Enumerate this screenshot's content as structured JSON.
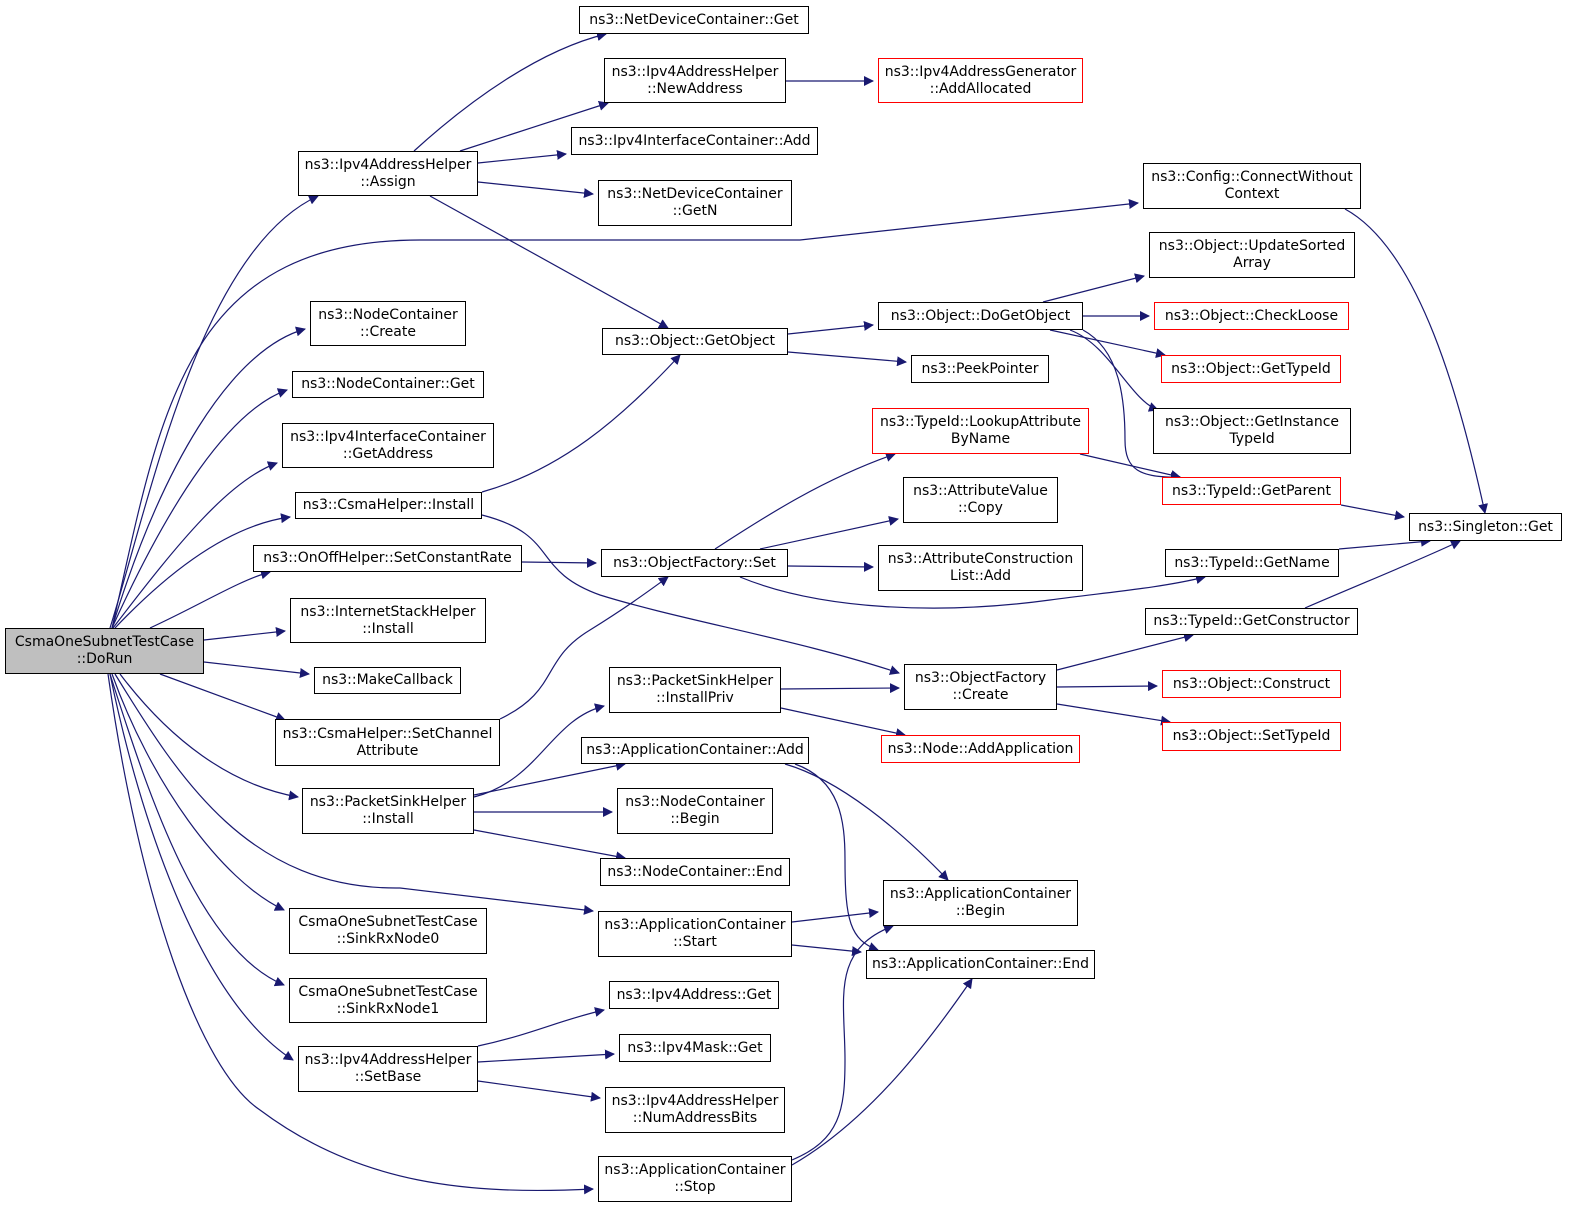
{
  "diagram": {
    "colors": {
      "edge": "#191970",
      "border": "#000000",
      "incomplete_border": "#ff0000",
      "root_fill": "#bfbfbf"
    },
    "nodes": [
      {
        "id": "root",
        "lines": [
          "CsmaOneSubnetTestCase",
          "::DoRun"
        ],
        "style": "root"
      },
      {
        "id": "ipv4ah_assign",
        "lines": [
          "ns3::Ipv4AddressHelper",
          "::Assign"
        ]
      },
      {
        "id": "ndc_get",
        "lines": [
          "ns3::NetDeviceContainer::Get"
        ]
      },
      {
        "id": "ipv4ah_newaddress",
        "lines": [
          "ns3::Ipv4AddressHelper",
          "::NewAddress"
        ]
      },
      {
        "id": "ipv4ag_addallocated",
        "lines": [
          "ns3::Ipv4AddressGenerator",
          "::AddAllocated"
        ],
        "style": "red"
      },
      {
        "id": "ipv4ic_add",
        "lines": [
          "ns3::Ipv4InterfaceContainer::Add"
        ]
      },
      {
        "id": "ndc_getn",
        "lines": [
          "ns3::NetDeviceContainer",
          "::GetN"
        ]
      },
      {
        "id": "config_cwc",
        "lines": [
          "ns3::Config::ConnectWithout",
          "Context"
        ]
      },
      {
        "id": "obj_updatesorted",
        "lines": [
          "ns3::Object::UpdateSorted",
          "Array"
        ]
      },
      {
        "id": "nc_create",
        "lines": [
          "ns3::NodeContainer",
          "::Create"
        ]
      },
      {
        "id": "obj_dogetobject",
        "lines": [
          "ns3::Object::DoGetObject"
        ]
      },
      {
        "id": "obj_checkloose",
        "lines": [
          "ns3::Object::CheckLoose"
        ],
        "style": "red"
      },
      {
        "id": "obj_getobject",
        "lines": [
          "ns3::Object::GetObject"
        ]
      },
      {
        "id": "peekpointer",
        "lines": [
          "ns3::PeekPointer"
        ]
      },
      {
        "id": "obj_gettypeid",
        "lines": [
          "ns3::Object::GetTypeId"
        ],
        "style": "red"
      },
      {
        "id": "nc_get",
        "lines": [
          "ns3::NodeContainer::Get"
        ]
      },
      {
        "id": "obj_getinstancetypeid",
        "lines": [
          "ns3::Object::GetInstance",
          "TypeId"
        ]
      },
      {
        "id": "typeid_lookupattr",
        "lines": [
          "ns3::TypeId::LookupAttribute",
          "ByName"
        ],
        "style": "red"
      },
      {
        "id": "ipv4ic_getaddress",
        "lines": [
          "ns3::Ipv4InterfaceContainer",
          "::GetAddress"
        ]
      },
      {
        "id": "attrvalue_copy",
        "lines": [
          "ns3::AttributeValue",
          "::Copy"
        ]
      },
      {
        "id": "typeid_getparent",
        "lines": [
          "ns3::TypeId::GetParent"
        ],
        "style": "red"
      },
      {
        "id": "csma_install",
        "lines": [
          "ns3::CsmaHelper::Install"
        ]
      },
      {
        "id": "singleton_get",
        "lines": [
          "ns3::Singleton::Get"
        ]
      },
      {
        "id": "onoff_setconstantrate",
        "lines": [
          "ns3::OnOffHelper::SetConstantRate"
        ]
      },
      {
        "id": "of_set",
        "lines": [
          "ns3::ObjectFactory::Set"
        ]
      },
      {
        "id": "acl_add",
        "lines": [
          "ns3::AttributeConstruction",
          "List::Add"
        ]
      },
      {
        "id": "typeid_getname",
        "lines": [
          "ns3::TypeId::GetName"
        ]
      },
      {
        "id": "ish_install",
        "lines": [
          "ns3::InternetStackHelper",
          "::Install"
        ]
      },
      {
        "id": "typeid_getconstructor",
        "lines": [
          "ns3::TypeId::GetConstructor"
        ]
      },
      {
        "id": "makecallback",
        "lines": [
          "ns3::MakeCallback"
        ]
      },
      {
        "id": "psh_installpriv",
        "lines": [
          "ns3::PacketSinkHelper",
          "::InstallPriv"
        ]
      },
      {
        "id": "of_create",
        "lines": [
          "ns3::ObjectFactory",
          "::Create"
        ]
      },
      {
        "id": "obj_construct",
        "lines": [
          "ns3::Object::Construct"
        ],
        "style": "red"
      },
      {
        "id": "csma_setchannelattr",
        "lines": [
          "ns3::CsmaHelper::SetChannel",
          "Attribute"
        ]
      },
      {
        "id": "obj_settypeid",
        "lines": [
          "ns3::Object::SetTypeId"
        ],
        "style": "red"
      },
      {
        "id": "node_addapplication",
        "lines": [
          "ns3::Node::AddApplication"
        ],
        "style": "red"
      },
      {
        "id": "ac_add",
        "lines": [
          "ns3::ApplicationContainer::Add"
        ]
      },
      {
        "id": "psh_install",
        "lines": [
          "ns3::PacketSinkHelper",
          "::Install"
        ]
      },
      {
        "id": "nc_begin",
        "lines": [
          "ns3::NodeContainer",
          "::Begin"
        ]
      },
      {
        "id": "nc_end",
        "lines": [
          "ns3::NodeContainer::End"
        ]
      },
      {
        "id": "ac_begin",
        "lines": [
          "ns3::ApplicationContainer",
          "::Begin"
        ]
      },
      {
        "id": "sinkrx0",
        "lines": [
          "CsmaOneSubnetTestCase",
          "::SinkRxNode0"
        ]
      },
      {
        "id": "ac_start",
        "lines": [
          "ns3::ApplicationContainer",
          "::Start"
        ]
      },
      {
        "id": "ac_end",
        "lines": [
          "ns3::ApplicationContainer::End"
        ]
      },
      {
        "id": "sinkrx1",
        "lines": [
          "CsmaOneSubnetTestCase",
          "::SinkRxNode1"
        ]
      },
      {
        "id": "ipv4addr_get",
        "lines": [
          "ns3::Ipv4Address::Get"
        ]
      },
      {
        "id": "ipv4ah_setbase",
        "lines": [
          "ns3::Ipv4AddressHelper",
          "::SetBase"
        ]
      },
      {
        "id": "ipv4mask_get",
        "lines": [
          "ns3::Ipv4Mask::Get"
        ]
      },
      {
        "id": "ipv4ah_numaddrbits",
        "lines": [
          "ns3::Ipv4AddressHelper",
          "::NumAddressBits"
        ]
      },
      {
        "id": "ac_stop",
        "lines": [
          "ns3::ApplicationContainer",
          "::Stop"
        ]
      }
    ],
    "edges": [
      [
        "root",
        "ipv4ah_assign"
      ],
      [
        "root",
        "config_cwc"
      ],
      [
        "root",
        "nc_create"
      ],
      [
        "root",
        "nc_get"
      ],
      [
        "root",
        "ipv4ic_getaddress"
      ],
      [
        "root",
        "csma_install"
      ],
      [
        "root",
        "onoff_setconstantrate"
      ],
      [
        "root",
        "ish_install"
      ],
      [
        "root",
        "makecallback"
      ],
      [
        "root",
        "csma_setchannelattr"
      ],
      [
        "root",
        "psh_install"
      ],
      [
        "root",
        "ac_start"
      ],
      [
        "root",
        "sinkrx0"
      ],
      [
        "root",
        "sinkrx1"
      ],
      [
        "root",
        "ipv4ah_setbase"
      ],
      [
        "root",
        "ac_stop"
      ],
      [
        "ipv4ah_assign",
        "ndc_get"
      ],
      [
        "ipv4ah_assign",
        "ipv4ah_newaddress"
      ],
      [
        "ipv4ah_assign",
        "ipv4ic_add"
      ],
      [
        "ipv4ah_assign",
        "ndc_getn"
      ],
      [
        "ipv4ah_assign",
        "obj_getobject"
      ],
      [
        "ipv4ah_newaddress",
        "ipv4ag_addallocated"
      ],
      [
        "config_cwc",
        "singleton_get"
      ],
      [
        "obj_getobject",
        "obj_dogetobject"
      ],
      [
        "obj_getobject",
        "peekpointer"
      ],
      [
        "obj_dogetobject",
        "obj_updatesorted"
      ],
      [
        "obj_dogetobject",
        "obj_checkloose"
      ],
      [
        "obj_dogetobject",
        "obj_gettypeid"
      ],
      [
        "obj_dogetobject",
        "obj_getinstancetypeid"
      ],
      [
        "obj_dogetobject",
        "typeid_getparent"
      ],
      [
        "typeid_lookupattr",
        "typeid_getparent"
      ],
      [
        "typeid_getparent",
        "singleton_get"
      ],
      [
        "typeid_getname",
        "singleton_get"
      ],
      [
        "typeid_getconstructor",
        "singleton_get"
      ],
      [
        "csma_install",
        "obj_getobject"
      ],
      [
        "csma_install",
        "of_create"
      ],
      [
        "onoff_setconstantrate",
        "of_set"
      ],
      [
        "of_set",
        "typeid_lookupattr"
      ],
      [
        "of_set",
        "attrvalue_copy"
      ],
      [
        "of_set",
        "acl_add"
      ],
      [
        "of_set",
        "typeid_getname"
      ],
      [
        "csma_setchannelattr",
        "of_set"
      ],
      [
        "of_create",
        "typeid_getconstructor"
      ],
      [
        "of_create",
        "obj_construct"
      ],
      [
        "of_create",
        "obj_settypeid"
      ],
      [
        "psh_install",
        "psh_installpriv"
      ],
      [
        "psh_install",
        "ac_add"
      ],
      [
        "psh_install",
        "nc_begin"
      ],
      [
        "psh_install",
        "nc_end"
      ],
      [
        "psh_installpriv",
        "of_create"
      ],
      [
        "psh_installpriv",
        "node_addapplication"
      ],
      [
        "ac_add",
        "ac_begin"
      ],
      [
        "ac_add",
        "ac_end"
      ],
      [
        "ac_start",
        "ac_begin"
      ],
      [
        "ac_start",
        "ac_end"
      ],
      [
        "ac_stop",
        "ac_begin"
      ],
      [
        "ac_stop",
        "ac_end"
      ],
      [
        "ipv4ah_setbase",
        "ipv4addr_get"
      ],
      [
        "ipv4ah_setbase",
        "ipv4mask_get"
      ],
      [
        "ipv4ah_setbase",
        "ipv4ah_numaddrbits"
      ]
    ]
  }
}
